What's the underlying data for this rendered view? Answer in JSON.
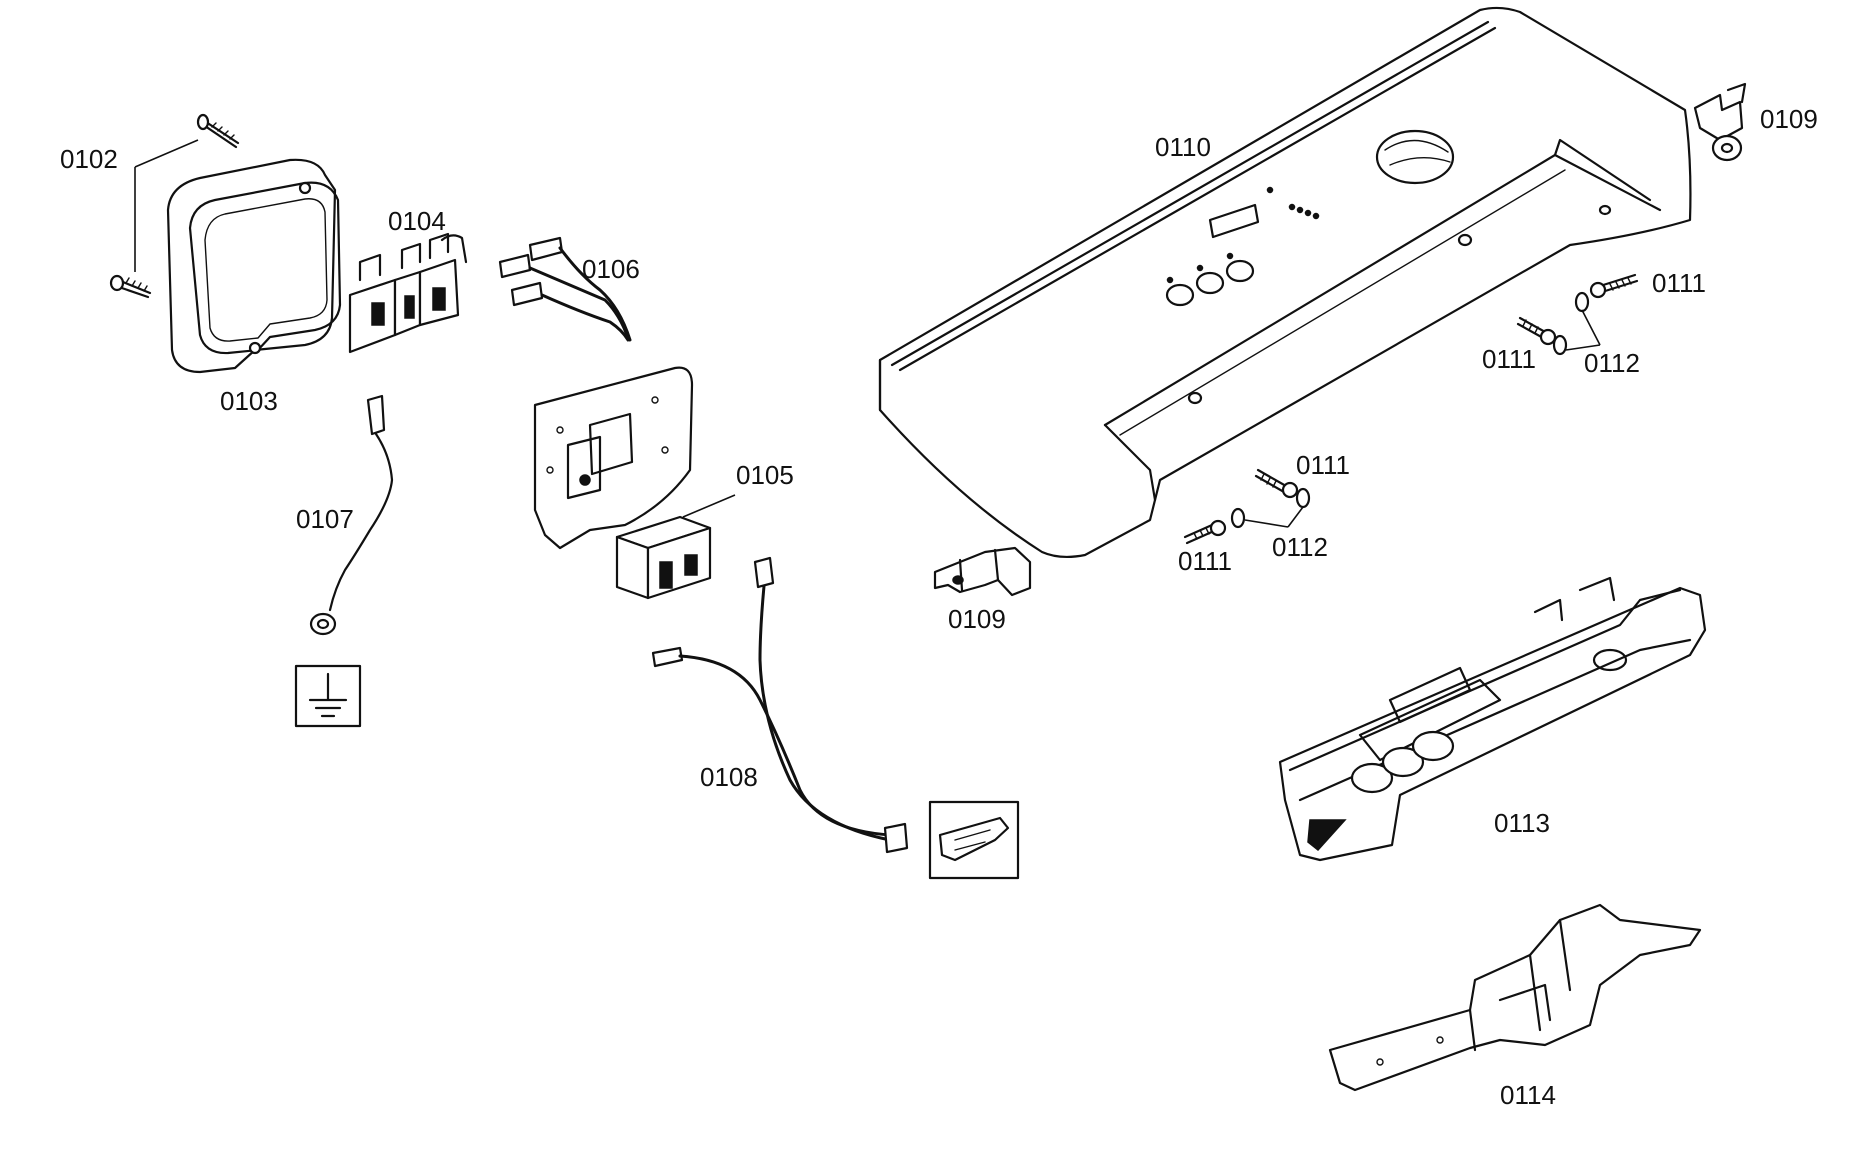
{
  "parts": {
    "p0102": "0102",
    "p0103": "0103",
    "p0104": "0104",
    "p0105": "0105",
    "p0106": "0106",
    "p0107": "0107",
    "p0108": "0108",
    "p0109a": "0109",
    "p0109b": "0109",
    "p0110": "0110",
    "p0111a": "0111",
    "p0111b": "0111",
    "p0111c": "0111",
    "p0111d": "0111",
    "p0112a": "0112",
    "p0112b": "0112",
    "p0113": "0113",
    "p0114": "0114"
  }
}
